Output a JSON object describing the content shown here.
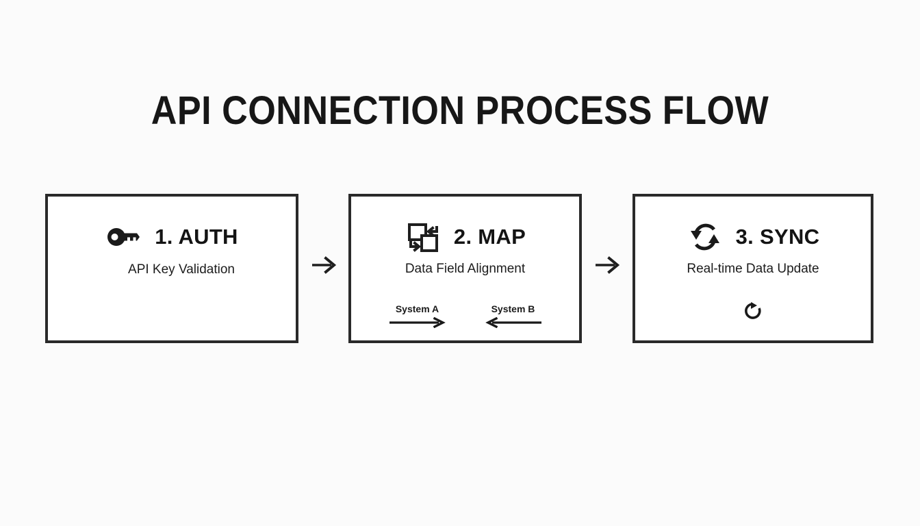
{
  "page": {
    "title": "API CONNECTION PROCESS FLOW",
    "background_color": "#fbfbfb",
    "ink_color": "#1a1a1a"
  },
  "steps": [
    {
      "icon": "key-icon",
      "title": "1. AUTH",
      "subtitle": "API Key Validation"
    },
    {
      "icon": "data-mapping-icon",
      "title": "2. MAP",
      "subtitle": "Data Field Alignment",
      "lanes": [
        {
          "label": "System A",
          "direction": "right",
          "icon": "arrow-right-icon"
        },
        {
          "label": "System B",
          "direction": "left",
          "icon": "arrow-left-icon"
        }
      ]
    },
    {
      "icon": "sync-arrows-icon",
      "title": "3. SYNC",
      "subtitle": "Real-time Data Update",
      "mark_icon": "refresh-icon"
    }
  ],
  "connectors": [
    {
      "icon": "arrow-right-icon"
    },
    {
      "icon": "arrow-right-icon"
    }
  ]
}
